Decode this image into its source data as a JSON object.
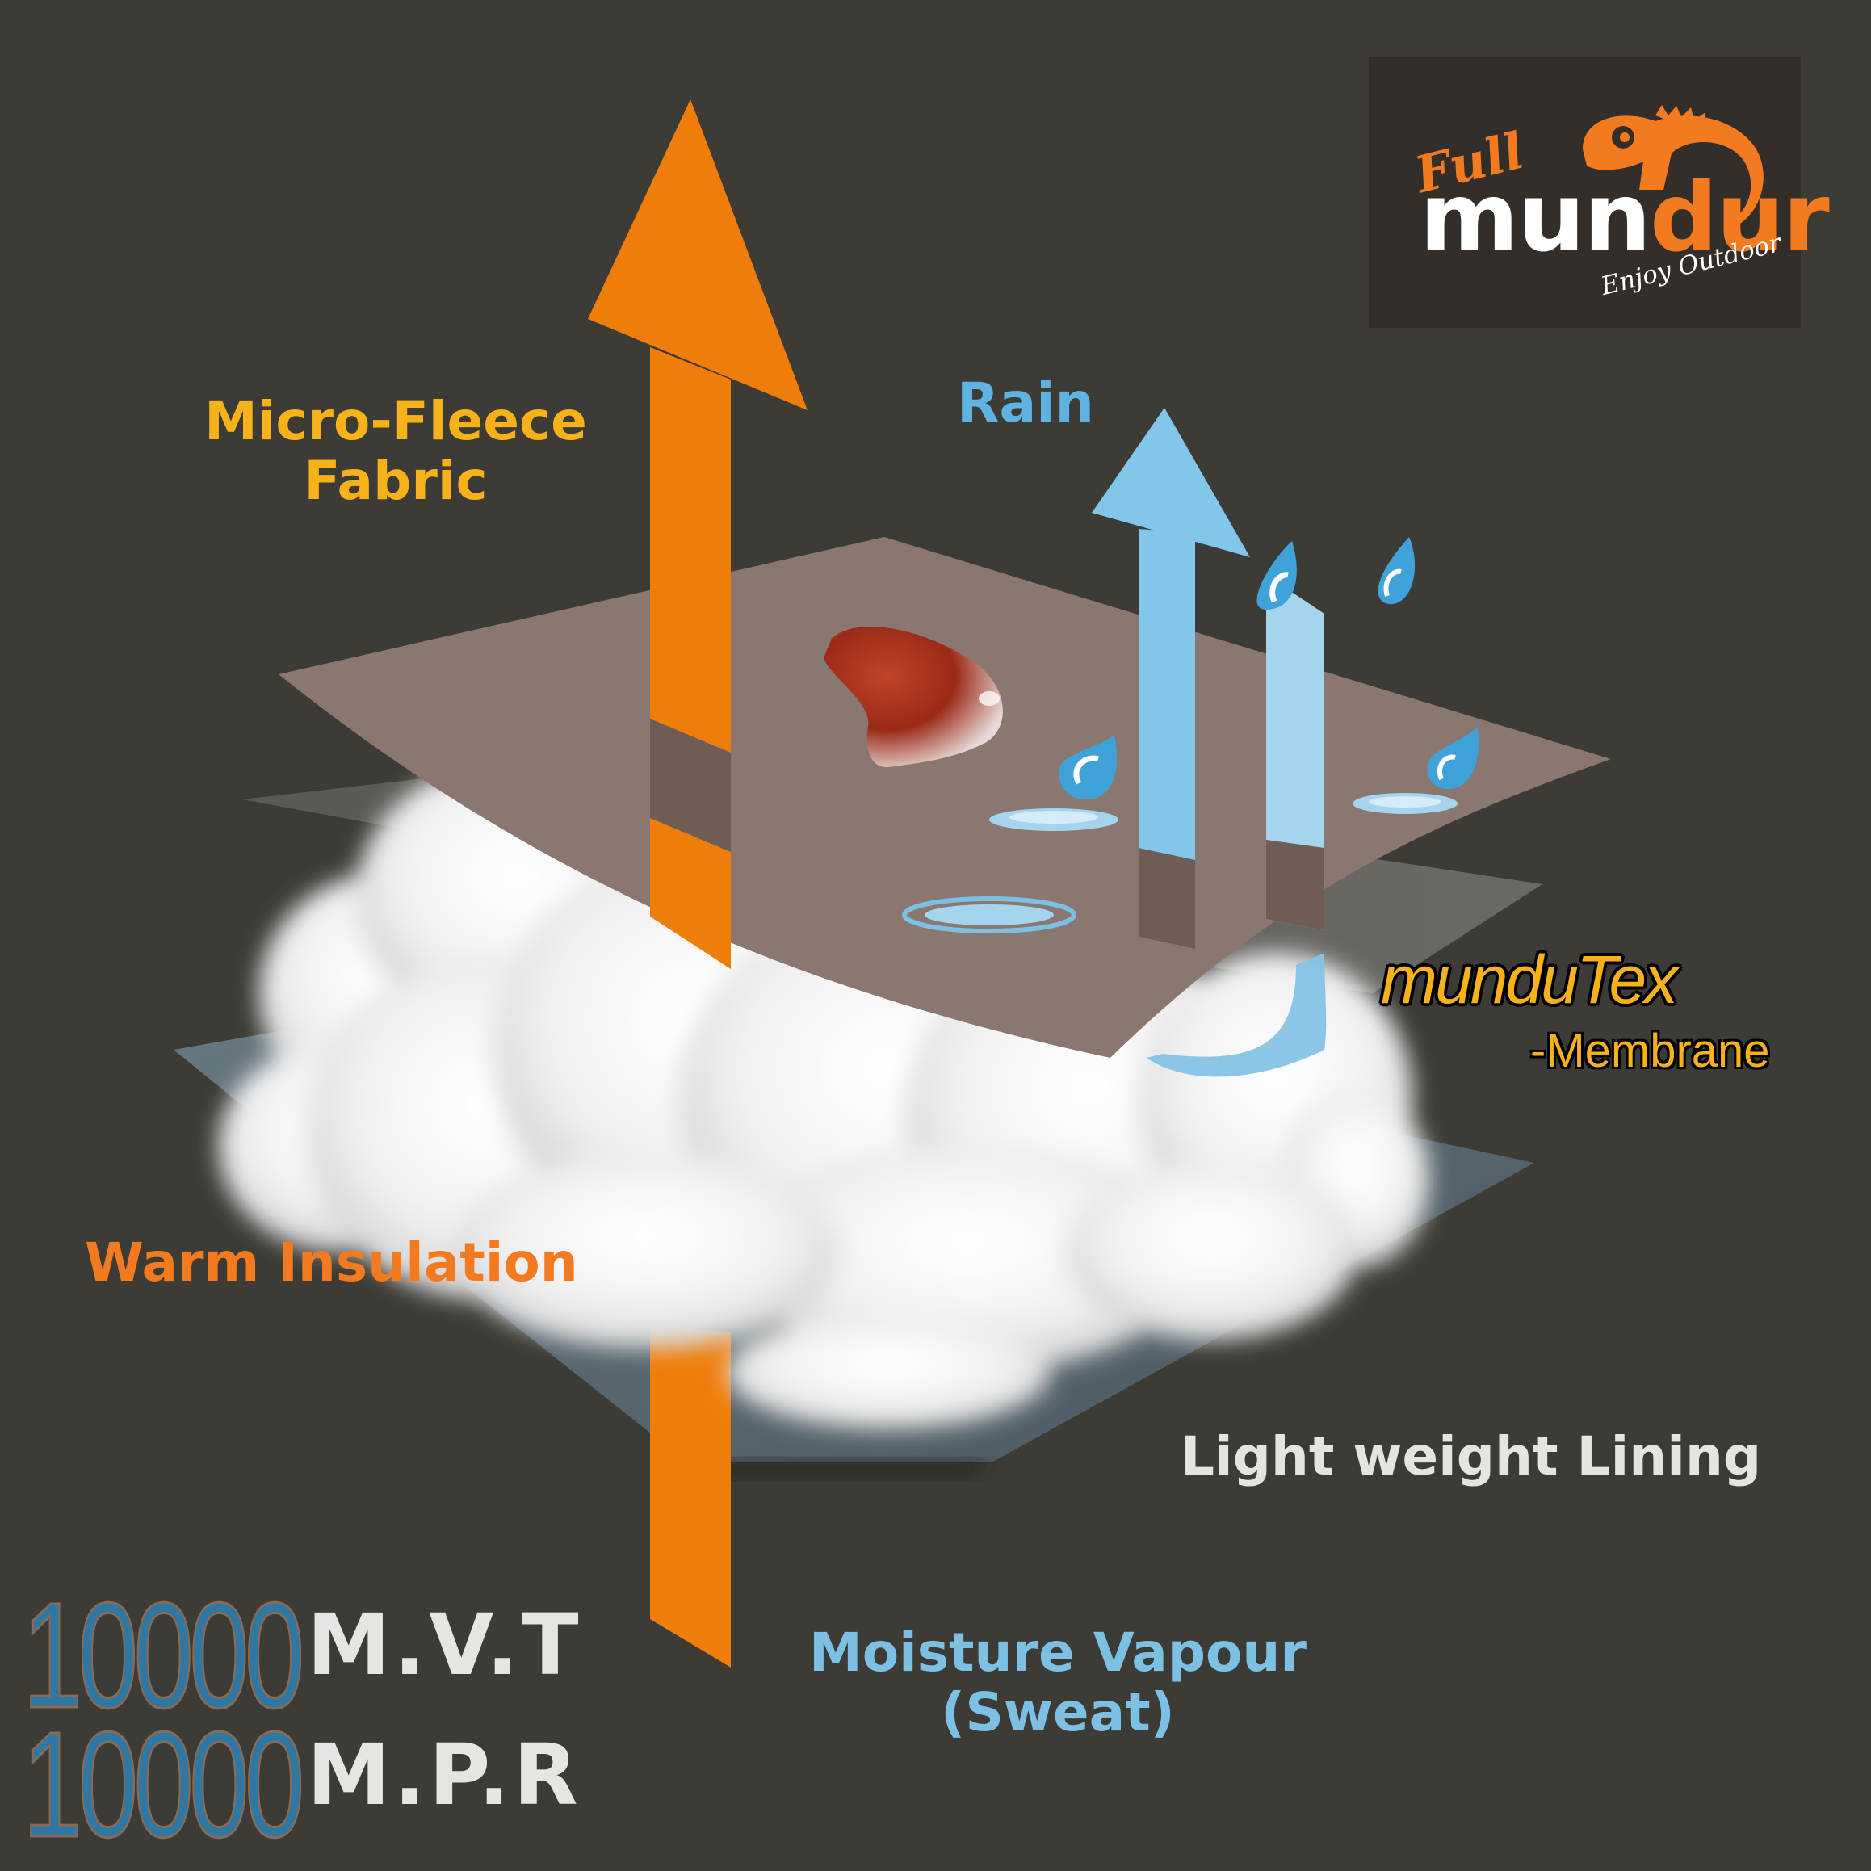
{
  "brand": {
    "logo_full": "Full",
    "logo_mun": "mun",
    "logo_dur": "dur",
    "tagline": "Enjoy Outdoor",
    "mascot_icon": "chameleon-icon",
    "colors": {
      "orange": "#f47a1f",
      "white": "#ffffff",
      "box": "#342e2b"
    }
  },
  "labels": {
    "micro_fleece_line1": "Micro-Fleece",
    "micro_fleece_line2": "Fabric",
    "rain": "Rain",
    "mundutex": "munduTex",
    "membrane": "-Membrane",
    "warm_insulation": "Warm Insulation",
    "lining": "Light weight Lining",
    "vapour_line1": "Moisture Vapour",
    "vapour_line2": "(Sweat)"
  },
  "stats": {
    "mvt": {
      "value": "10000",
      "unit": "M.V.T"
    },
    "mpr": {
      "value": "10000",
      "unit": "M.P.R"
    }
  },
  "colors": {
    "background": "#3c3b35",
    "fleece_label": "#f7b21a",
    "rain": "#5eb3e2",
    "vapour_arrow": "#ef7d0a",
    "fabric_layer": "#8a7770",
    "lining_layer": "#5a6a74",
    "insulation": "#ffffff"
  }
}
